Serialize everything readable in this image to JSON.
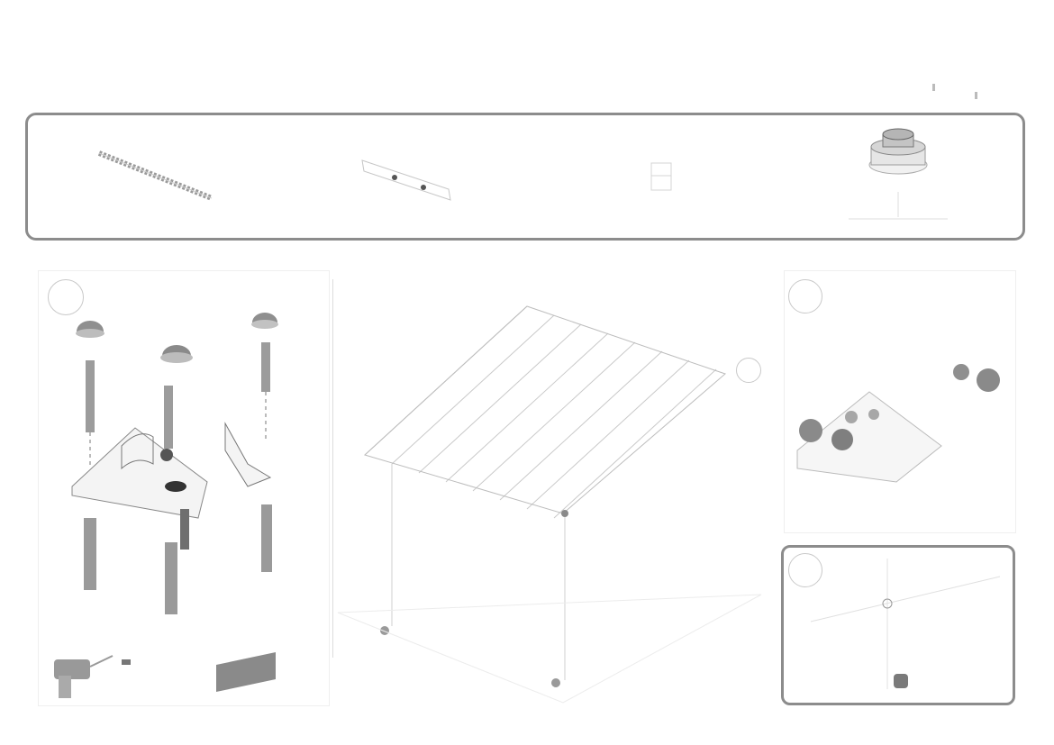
{
  "page": {
    "background": "#ffffff",
    "frame_color": "#8c8c8c"
  },
  "parts_box": {
    "items": [
      {
        "name": "anchor-screw-icon"
      },
      {
        "name": "bracket-bar-icon"
      },
      {
        "name": "small-clip-icon"
      },
      {
        "name": "cap-nut-icon"
      }
    ]
  },
  "steps": {
    "step1": {
      "name": "floor-anchoring"
    },
    "step2": {
      "name": "frame-assembly"
    },
    "step3": {
      "name": "corner-fixing"
    },
    "step4": {
      "name": "foot-detail"
    }
  },
  "tools": {
    "label_strip_text": ""
  }
}
